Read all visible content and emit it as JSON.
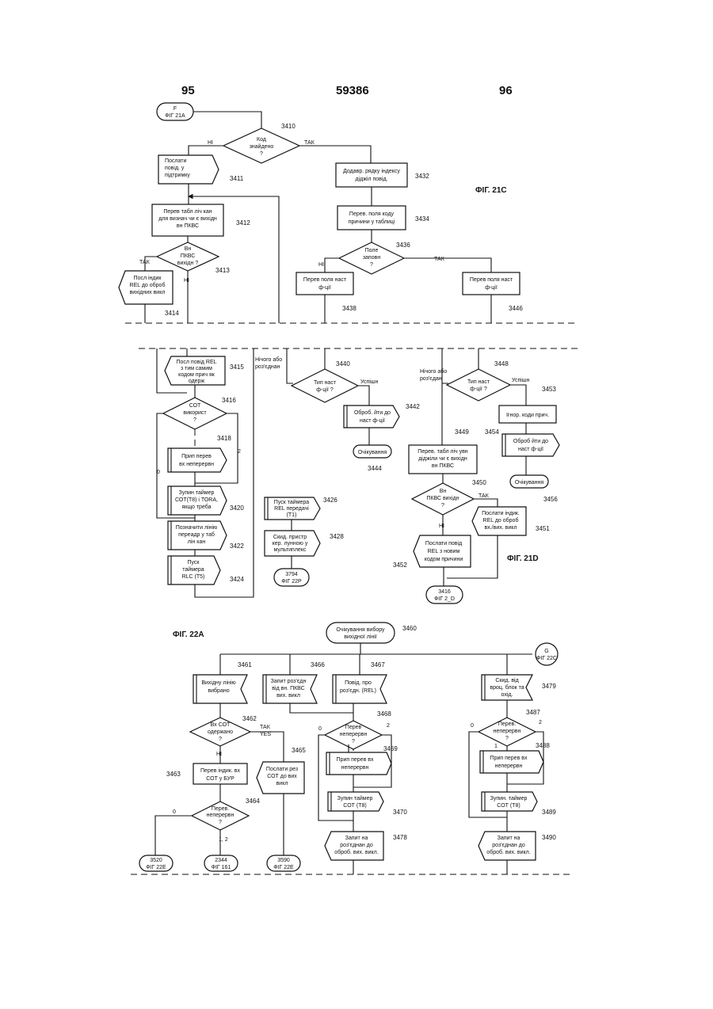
{
  "header": {
    "left": "95",
    "center": "59386",
    "right": "96"
  },
  "figures": {
    "f21c": "ФІГ. 21С",
    "f21d": "ФІГ. 21D",
    "f22a": "ФІГ. 22А"
  },
  "connectors": {
    "c1_top": "F",
    "c1_bot": "ФІГ 21А",
    "c2_top": "3794",
    "c2_bot": "ФІГ 22Р",
    "c3_top": "3416",
    "c3_bot": "ФІГ 2_D",
    "c4_top": "G",
    "c4_bot": "ФІГ 22С",
    "c5_top": "3520",
    "c5_bot": "ФІГ 22Е",
    "c6_top": "2344",
    "c6_bot": "ФІГ 161",
    "c7_top": "3590",
    "c7_bot": "ФІГ 22Е"
  },
  "labels": {
    "ni": "НІ",
    "tak": "ТАК",
    "yes": "YES",
    "nothing": "Нічого або",
    "conn": "роз'єднан",
    "conn2": "роз'єдан",
    "succ": "Успішн",
    "succ2": "Успішн",
    "zero": "0",
    "one": "1",
    "two": "2",
    "onetwo": "1, 2",
    "ochik": "Очікування"
  },
  "text": {
    "d3410a": "Код",
    "d3410b": "знайдено",
    "d3410c": "?",
    "b3411a": "Послати",
    "b3411b": "повід. у",
    "b3411c": "підтримку",
    "b3412a": "Перев табл ліч кан",
    "b3412b": "для визнач чи є вихідн",
    "b3412c": "вн ПКВС",
    "d3413a": "Вн",
    "d3413b": "ПКВС",
    "d3413c": "вихідн ?",
    "b3414a": "Посл індик",
    "b3414b": "REL до оброб",
    "b3414c": "вихідних викл",
    "b3432a": "Додавр. рядку індексу",
    "b3432b": "діджіл повід.",
    "b3434a": "Перев. поля коду",
    "b3434b": "причини у таблиці",
    "d3436a": "Поле",
    "d3436b": "заповн",
    "d3436c": "?",
    "b3438a": "Перев поля наст",
    "b3438b": "ф-ції",
    "b3446a": "Перев поля наст",
    "b3446b": "ф-ції",
    "b3415a": "Посл повід REL",
    "b3415b": "з тим самим",
    "b3415c": "кодом прич як",
    "b3415d": "одерж",
    "d3416a": "СОТ",
    "d3416b": "використ",
    "d3416c": "?",
    "b3418a": "Прип перев",
    "b3418b": "вх неперервн",
    "b3420a": "Зупин таймер",
    "b3420b": "СОТ(Т8) і ТОRA,",
    "b3420c": "якщо треба",
    "b3422a": "Позначити лінію",
    "b3422b": "переадр у таб",
    "b3422c": "лін кан",
    "b3424a": "Пуск",
    "b3424b": "таймера",
    "b3424c": "RLC (T5)",
    "b3426a": "Пуск таймера",
    "b3426b": "REL передачі",
    "b3426c": "(T1)",
    "b3428a": "Скид. пристр",
    "b3428b": "кер. лунною у",
    "b3428c": "мультиплекс",
    "d3440a": "Тип наст",
    "d3440b": "ф-ції ?",
    "b3442a": "Оброб. йти до",
    "b3442b": "наст ф-ції",
    "d3448a": "Тип наст",
    "d3448b": "ф-ції ?",
    "b3453a": "Ігнор. коди прич.",
    "b3454a": "Оброб йти до",
    "b3454b": "наст ф-ції",
    "b3449a": "Перев. табл ліч увн",
    "b3449b": "діджіли чи є вихідн",
    "b3449c": "вн ПКВС",
    "d3450a": "Вн",
    "d3450b": "ПКВС вихідн",
    "d3450c": "?",
    "b3451a": "Послати індик.",
    "b3451b": "REL до оброб",
    "b3451c": "вх./вих. викл",
    "b3452a": "Послати повід",
    "b3452b": "REL з новим",
    "b3452c": "кодом причини",
    "t3460a": "Очікування вибору",
    "t3460b": "вихідної лінії",
    "b3461a": "Вихідну лінію",
    "b3461b": "вибрано",
    "b3466a": "Запит роз'єдн",
    "b3466b": "від вн. ПКВС",
    "b3466c": "вих. викл",
    "b3467a": "Повід. про",
    "b3467b": "роз'єдн. (REL)",
    "b3479a": "Скид. від",
    "b3479b": "вроц. блок та",
    "b3479c": "охід.",
    "d3462a": "Вх СОТ",
    "d3462b": "одержано",
    "d3462c": "?",
    "b3465a": "Послати рез",
    "b3465b": "СОТ до вих",
    "b3465c": "викл",
    "b3463a": "Перев індик. вх",
    "b3463b": "СОТ у БУР",
    "d3464a": "Перев.",
    "d3464b": "неперервн",
    "d3464c": "?",
    "d3468a": "Перев",
    "d3468b": "неперервн",
    "d3468c": "?",
    "b3469a": "Прип перев вх",
    "b3469b": "неперервн",
    "b3470a": "Зупин таймер",
    "b3470b": "СОТ (Т8)",
    "b3478a": "Запит на",
    "b3478b": "роз'єднан до",
    "b3478c": "оброб. вих. викл.",
    "d3487a": "Перев.",
    "d3487b": "неперервн",
    "d3487c": "?",
    "b3488a": "Прип перев вх",
    "b3488b": "неперервн",
    "b3489a": "Зупин. таймер",
    "b3489b": "СОТ (Т8)",
    "b3490a": "Запит на",
    "b3490b": "роз'єднан до",
    "b3490c": "оброб. вих. викл."
  },
  "refs": {
    "r3410": "3410",
    "r3411": "3411",
    "r3412": "3412",
    "r3413": "3413",
    "r3414": "3414",
    "r3432": "3432",
    "r3434": "3434",
    "r3436": "3436",
    "r3438": "3438",
    "r3446": "3446",
    "r3415": "3415",
    "r3416": "3416",
    "r3418": "3418",
    "r3420": "3420",
    "r3422": "3422",
    "r3424": "3424",
    "r3426": "3426",
    "r3428": "3428",
    "r3440": "3440",
    "r3442": "3442",
    "r3444": "3444",
    "r3448": "3448",
    "r3453": "3453",
    "r3454": "3454",
    "r3456": "3456",
    "r3449": "3449",
    "r3450": "3450",
    "r3451": "3451",
    "r3452": "3452",
    "r3460": "3460",
    "r3461": "3461",
    "r3466": "3466",
    "r3467": "3467",
    "r3479": "3479",
    "r3462": "3462",
    "r3465": "3465",
    "r3463": "3463",
    "r3464": "3464",
    "r3468": "3468",
    "r3469": "3469",
    "r3470": "3470",
    "r3478": "3478",
    "r3487": "3487",
    "r3488": "3488",
    "r3489": "3489",
    "r3490": "3490"
  }
}
